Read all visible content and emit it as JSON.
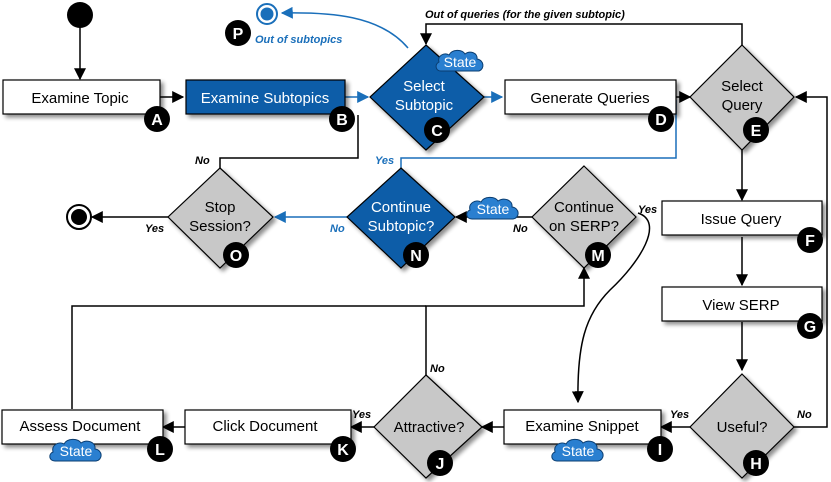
{
  "nodes": {
    "examine_topic": "Examine Topic",
    "examine_subtopics": "Examine Subtopics",
    "select_subtopic_1": "Select",
    "select_subtopic_2": "Subtopic",
    "generate_queries": "Generate Queries",
    "select_query_1": "Select",
    "select_query_2": "Query",
    "issue_query": "Issue Query",
    "view_serp": "View SERP",
    "useful": "Useful?",
    "examine_snippet": "Examine Snippet",
    "attractive": "Attractive?",
    "click_document": "Click Document",
    "assess_document": "Assess Document",
    "continue_serp_1": "Continue",
    "continue_serp_2": "on SERP?",
    "continue_subtopic_1": "Continue",
    "continue_subtopic_2": "Subtopic?",
    "stop_session_1": "Stop",
    "stop_session_2": "Session?"
  },
  "badges": {
    "a": "A",
    "b": "B",
    "c": "C",
    "d": "D",
    "e": "E",
    "f": "F",
    "g": "G",
    "h": "H",
    "i": "I",
    "j": "J",
    "k": "K",
    "l": "L",
    "m": "M",
    "n": "N",
    "o": "O",
    "p": "P"
  },
  "state_label": "State",
  "edges": {
    "out_of_queries": "Out of queries (for the given subtopic)",
    "out_of_subtopics": "Out of subtopics",
    "yes": "Yes",
    "no": "No"
  },
  "colors": {
    "blue": "#1a6fba",
    "gray": "#c8c8c8",
    "black": "#000000",
    "cloud": "#2a7fd0"
  }
}
